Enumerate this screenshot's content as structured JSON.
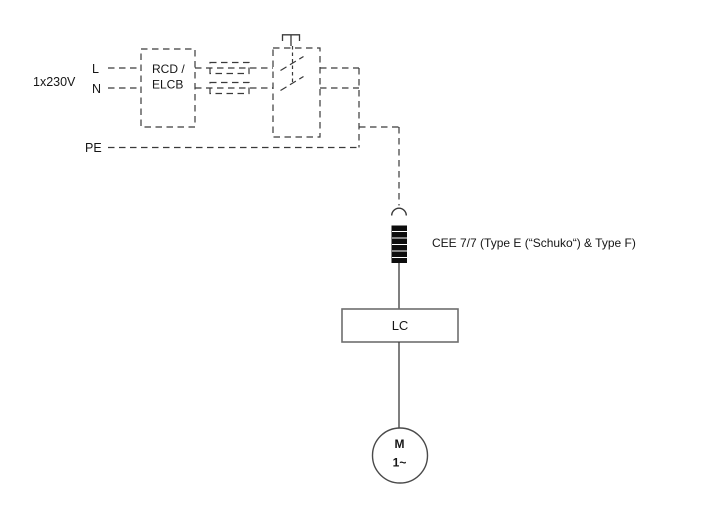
{
  "colors": {
    "background": "#ffffff",
    "line": "#3a3a3a",
    "box_stroke": "#6e6e6e",
    "text": "#161616",
    "plug_fill": "#0d0d0d"
  },
  "supply": {
    "voltage_label": "1x230V",
    "lines": {
      "l": "L",
      "n": "N",
      "pe": "PE"
    }
  },
  "rcd_elcb": {
    "label_line1": "RCD /",
    "label_line2": "ELCB"
  },
  "plug": {
    "label": "CEE 7/7 (Type E (“Schuko“) & Type F)"
  },
  "load_controller": {
    "label": "LC"
  },
  "motor": {
    "symbol": "M",
    "phase": "1~"
  }
}
